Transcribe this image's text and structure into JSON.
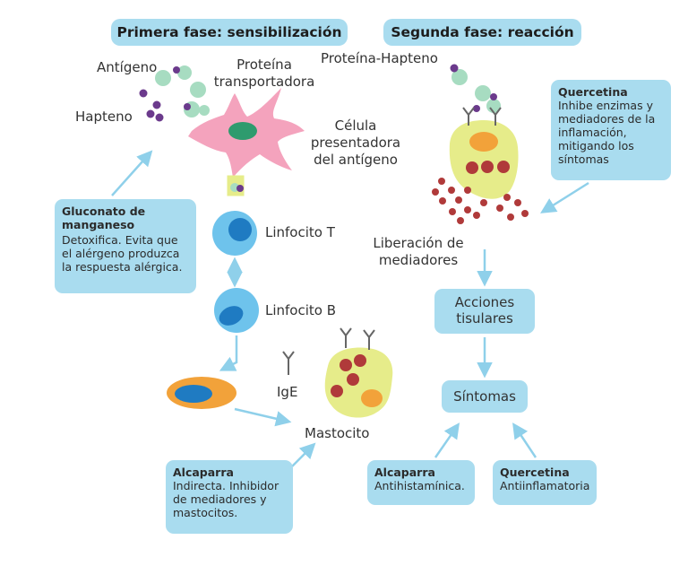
{
  "phases": {
    "first": "Primera fase: sensibilización",
    "second": "Segunda fase: reacción"
  },
  "labels": {
    "antigen": "Antígeno",
    "hapten": "Hapteno",
    "carrier_protein": "Proteína\ntransportadora",
    "apc": "Célula\npresentadora\ndel antígeno",
    "t_lymphocyte": "Linfocito T",
    "b_lymphocyte": "Linfocito B",
    "ige": "IgE",
    "mast_cell": "Mastocito",
    "protein_hapten": "Proteína-Hapteno",
    "mediator_release": "Liberación de\nmediadores"
  },
  "nodes": {
    "tissue_actions": "Acciones\ntisulares",
    "symptoms": "Síntomas"
  },
  "boxes": {
    "manganese": {
      "title": "Gluconato de\nmanganeso",
      "body": "Detoxifica. Evita que\nel alérgeno produzca\nla respuesta alérgica."
    },
    "quercetin_top": {
      "title": "Quercetina",
      "body": "Inhibe enzimas y\nmediadores de la\ninflamación,\nmitigando los\nsíntomas"
    },
    "caper_left": {
      "title": "Alcaparra",
      "body": "Indirecta. Inhibidor\nde mediadores y\nmastocitos."
    },
    "caper_right": {
      "title": "Alcaparra",
      "body": "Antihistamínica."
    },
    "quercetin_bottom": {
      "title": "Quercetina",
      "body": "Antiinflamatoria"
    }
  },
  "colors": {
    "box": "#a9dcef",
    "arrow": "#8fd0ea",
    "antigen": "#a7dcc1",
    "hapten": "#6b3a8c",
    "apc": "#f4a3bd",
    "nucleus_green": "#2e9b6e",
    "cell_yellow": "#e6ec8a",
    "nucleus_orange": "#f2a23a",
    "granule": "#b03a3a",
    "lymph_blue": "#6ec3ec",
    "nucleus_blue": "#1f7bc2"
  }
}
